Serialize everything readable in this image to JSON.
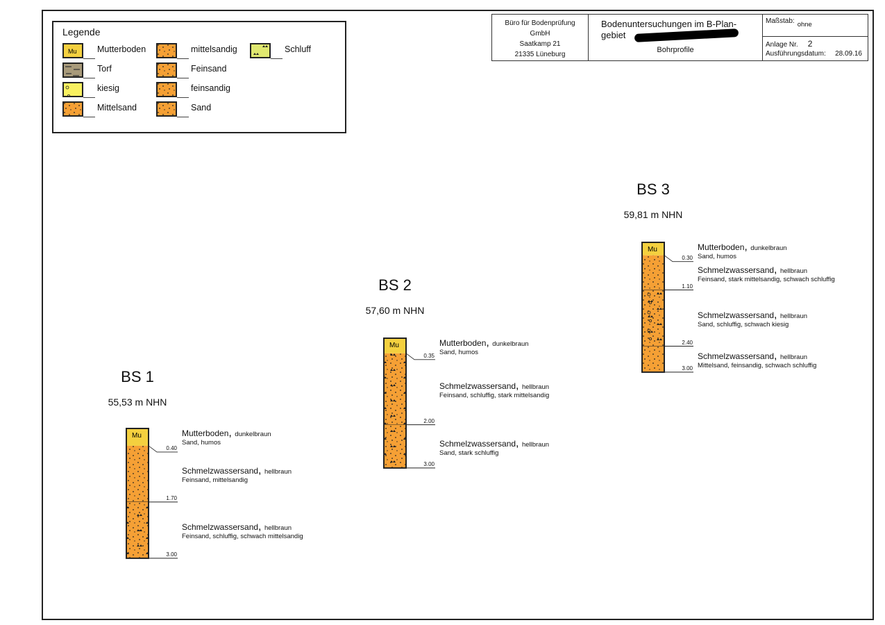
{
  "legend": {
    "title": "Legende",
    "items": [
      {
        "label": "Mutterboden",
        "symbol": "mu",
        "swatch_text": "Mu"
      },
      {
        "label": "Torf",
        "symbol": "peat"
      },
      {
        "label": "kiesig",
        "symbol": "gravel"
      },
      {
        "label": "Mittelsand",
        "symbol": "dots"
      },
      {
        "label": "mittelsandig",
        "symbol": "dots"
      },
      {
        "label": "Feinsand",
        "symbol": "dots"
      },
      {
        "label": "feinsandig",
        "symbol": "dots"
      },
      {
        "label": "Sand",
        "symbol": "dots"
      },
      {
        "label": "Schluff",
        "symbol": "silt"
      }
    ]
  },
  "titleblock": {
    "company": [
      "Büro für Bodenprüfung",
      "GmbH",
      "Saatkamp 21",
      "21335 Lüneburg"
    ],
    "project_title": "Bodenuntersuchungen im B-Plan-gebiet",
    "subtitle": "Bohrprofile",
    "scale_label": "Maßstab:",
    "scale_value": "ohne",
    "annex_label": "Anlage Nr.",
    "annex_value": "2",
    "date_label": "Ausführungsdatum:",
    "date_value": "28.09.16"
  },
  "colors": {
    "topsoil": "#f4d03f",
    "sand": "#f5a035",
    "peat": "#a89a7a",
    "gravel": "#f8f060",
    "silt": "#e0e870"
  },
  "profiles": [
    {
      "name": "BS 1",
      "elevation": "55,53 m NHN",
      "depth_total": 3.0,
      "layers": [
        {
          "top": 0,
          "bottom": 0.4,
          "bottom_label": "0.40",
          "fill": "topsoil",
          "pattern": "mu",
          "main": "Mutterboden",
          "color": "dunkelbraun",
          "detail": "Sand, humos"
        },
        {
          "top": 0.4,
          "bottom": 1.7,
          "bottom_label": "1.70",
          "fill": "sand",
          "pattern": "dots",
          "main": "Schmelzwassersand",
          "color": "hellbraun",
          "detail": "Feinsand, mittelsandig"
        },
        {
          "top": 1.7,
          "bottom": 3.0,
          "bottom_label": "3.00",
          "fill": "sand",
          "pattern": "dots-silt",
          "main": "Schmelzwassersand",
          "color": "hellbraun",
          "detail": "Feinsand, schluffig, schwach mittelsandig"
        }
      ]
    },
    {
      "name": "BS 2",
      "elevation": "57,60 m NHN",
      "depth_total": 3.0,
      "layers": [
        {
          "top": 0,
          "bottom": 0.35,
          "bottom_label": "0.35",
          "fill": "topsoil",
          "pattern": "mu",
          "main": "Mutterboden",
          "color": "dunkelbraun",
          "detail": "Sand, humos"
        },
        {
          "top": 0.35,
          "bottom": 2.0,
          "bottom_label": "2.00",
          "fill": "sand",
          "pattern": "dots-silt",
          "main": "Schmelzwassersand",
          "color": "hellbraun",
          "detail": "Feinsand, schluffig, stark mittelsandig"
        },
        {
          "top": 2.0,
          "bottom": 3.0,
          "bottom_label": "3.00",
          "fill": "sand",
          "pattern": "dots-silt",
          "main": "Schmelzwassersand",
          "color": "hellbraun",
          "detail": "Sand, stark schluffig"
        }
      ]
    },
    {
      "name": "BS 3",
      "elevation": "59,81 m NHN",
      "depth_total": 3.0,
      "layers": [
        {
          "top": 0,
          "bottom": 0.3,
          "bottom_label": "0.30",
          "fill": "topsoil",
          "pattern": "mu",
          "main": "Mutterboden",
          "color": "dunkelbraun",
          "detail": "Sand, humos"
        },
        {
          "top": 0.3,
          "bottom": 1.1,
          "bottom_label": "1.10",
          "fill": "sand",
          "pattern": "dots",
          "main": "Schmelzwassersand",
          "color": "hellbraun",
          "detail": "Feinsand, stark mittelsandig, schwach schluffig"
        },
        {
          "top": 1.1,
          "bottom": 2.4,
          "bottom_label": "2.40",
          "fill": "sand",
          "pattern": "dots-silt-gravel",
          "main": "Schmelzwassersand",
          "color": "hellbraun",
          "detail": "Sand, schluffig, schwach kiesig"
        },
        {
          "top": 2.4,
          "bottom": 3.0,
          "bottom_label": "3.00",
          "fill": "sand",
          "pattern": "dots",
          "main": "Schmelzwassersand",
          "color": "hellbraun",
          "detail": "Mittelsand, feinsandig, schwach schluffig"
        }
      ]
    }
  ]
}
